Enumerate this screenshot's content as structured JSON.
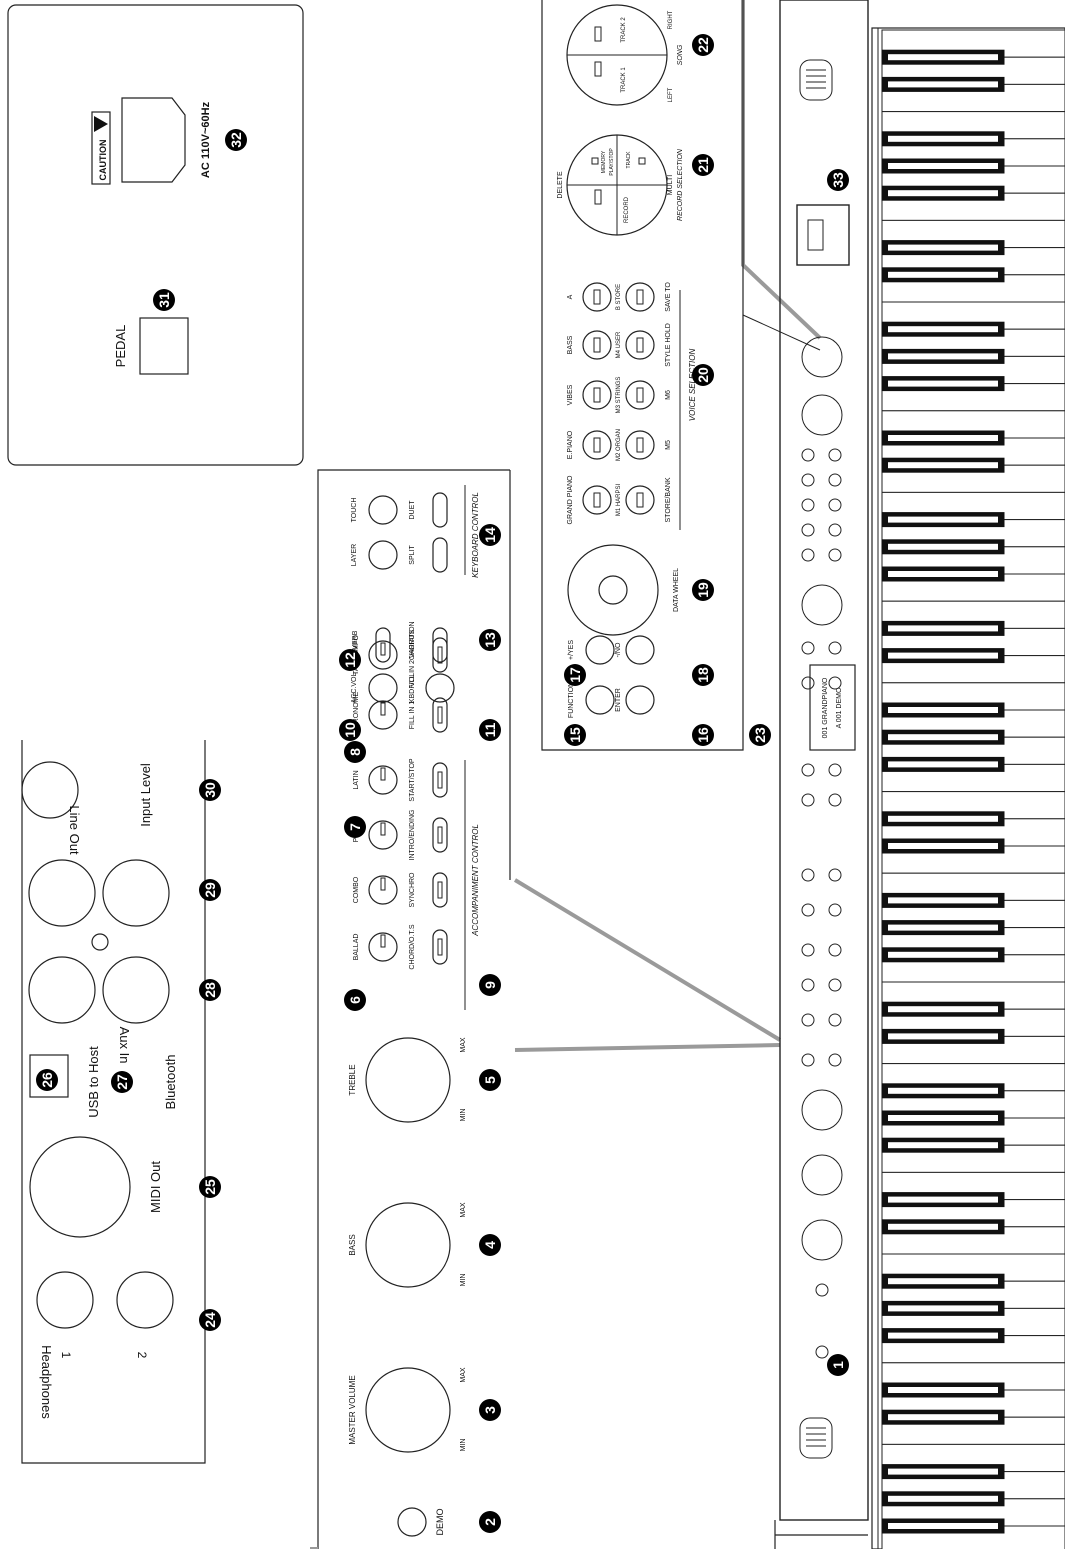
{
  "connector_panel": {
    "pedal": "PEDAL",
    "caution": "CAUTION",
    "ac_rating": "AC 110V~60Hz",
    "input_level": "Input Level",
    "line_out": "Line Out",
    "aux_in": "Aux In",
    "usb": "USB to Host",
    "bluetooth": "Bluetooth",
    "midi_out": "MIDI Out",
    "headphones": "Headphones",
    "hp1": "1",
    "hp2": "2"
  },
  "left_panel": {
    "demo": "DEMO",
    "knobs": [
      {
        "label": "MASTER VOLUME",
        "min": "MIN",
        "max": "MAX",
        "num": "3"
      },
      {
        "label": "BASS",
        "min": "MIN",
        "max": "MAX",
        "num": "4"
      },
      {
        "label": "TREBLE",
        "min": "MIN",
        "max": "MAX",
        "num": "5"
      }
    ],
    "style_buttons": [
      "BALLAD",
      "COMBO",
      "POP",
      "LATIN",
      "METRONOME",
      "TAP/TEMPO"
    ],
    "control_buttons": [
      "CHORD/O.T.S",
      "SYNCHRO",
      "INTRO/ENDING",
      "START/STOP",
      "FILL IN 1",
      "FILL IN 2 VARIATION"
    ],
    "acc_control_label": "ACCOMPANIMENT CONTROL",
    "acc_vol": "ACC.VOL",
    "kbd_vol": "KBD.VOL",
    "reverb": "REVERB",
    "chorus": "CHORUS",
    "layer": "LAYER",
    "touch": "TOUCH",
    "split": "SPLIT",
    "duet": "DUET",
    "kbd_control_label": "KEYBOARD CONTROL"
  },
  "right_panel": {
    "function": "FUNCTION",
    "enter": "ENTER",
    "yes": "+/YES",
    "no": "-/NO",
    "data_wheel": "DATA WHEEL",
    "voice_top": [
      "GRAND PIANO",
      "E.PIANO",
      "VIBES",
      "BASS",
      "A"
    ],
    "voice_bottom": [
      "M1 HARPSI",
      "M2 ORGAN",
      "M3 STRINGS",
      "M4 USER",
      "B STORE"
    ],
    "bank_labels": [
      "STORE/BANK",
      "M5",
      "M6",
      "STYLE HOLD",
      "SAVE TO"
    ],
    "voice_selection": "VOICE SELECTION",
    "delete": "DELETE",
    "record": "RECORD",
    "memory": "MEMORY",
    "play_stop": "PLAY/STOP",
    "track": "TRACK",
    "multi": "MULTI",
    "record_selection": "RECORD SELECTION",
    "track1": "TRACK 1",
    "track2": "TRACK 2",
    "left": "LEFT",
    "right": "RIGHT",
    "song": "SONG"
  },
  "piano": {
    "display_line1": "001 GRANDPIANO",
    "display_line2": "A 001 DEMO"
  },
  "callouts": [
    "1",
    "2",
    "3",
    "4",
    "5",
    "6",
    "7",
    "8",
    "9",
    "10",
    "11",
    "12",
    "13",
    "14",
    "15",
    "16",
    "17",
    "18",
    "19",
    "20",
    "21",
    "22",
    "23",
    "24",
    "25",
    "26",
    "27",
    "28",
    "29",
    "30",
    "31",
    "32",
    "33"
  ],
  "colors": {
    "ink": "#111111",
    "leader": "#9a9a9a",
    "badge": "#000000"
  }
}
